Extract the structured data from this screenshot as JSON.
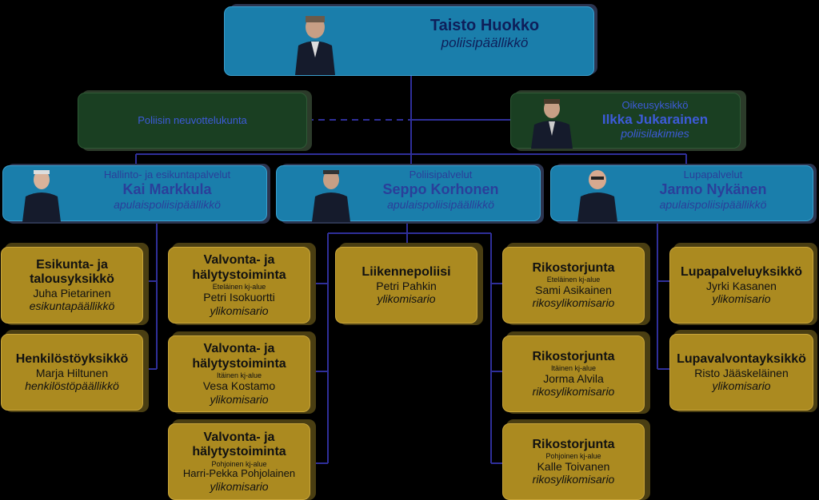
{
  "chief": {
    "name": "Taisto Huokko",
    "title": "poliisipäällikkö"
  },
  "council": {
    "label": "Poliisin neuvottelukunta"
  },
  "legal": {
    "unit": "Oikeusyksikkö",
    "name": "Ilkka Jukarainen",
    "title": "poliisilakimies"
  },
  "departments": [
    {
      "unit": "Hallinto- ja esikuntapalvelut",
      "name": "Kai Markkula",
      "title": "apulaispoliisipäällikkö"
    },
    {
      "unit": "Poliisipalvelut",
      "name": "Seppo Korhonen",
      "title": "apulaispoliisipäällikkö"
    },
    {
      "unit": "Lupapalvelut",
      "name": "Jarmo Nykänen",
      "title": "apulaispoliisipäällikkö"
    }
  ],
  "units": {
    "esikunta": {
      "head1": "Esikunta- ja",
      "head2": "talousyksikkö",
      "name": "Juha Pietarinen",
      "title": "esikuntapäällikkö"
    },
    "henkilosto": {
      "head1": "Henkilöstöyksikkö",
      "name": "Marja Hiltunen",
      "title": "henkilöstöpäällikkö"
    },
    "valvonta1": {
      "head1": "Valvonta- ja",
      "head2": "hälytystoiminta",
      "region": "Eteläinen kj-alue",
      "name": "Petri Isokuortti",
      "title": "ylikomisario"
    },
    "valvonta2": {
      "head1": "Valvonta- ja",
      "head2": "hälytystoiminta",
      "region": "Itäinen kj-alue",
      "name": "Vesa Kostamo",
      "title": "ylikomisario"
    },
    "valvonta3": {
      "head1": "Valvonta- ja",
      "head2": "hälytystoiminta",
      "region": "Pohjoinen kj-alue",
      "name": "Harri-Pekka Pohjolainen",
      "title": "ylikomisario"
    },
    "liikenne": {
      "head1": "Liikennepoliisi",
      "name": "Petri Pahkin",
      "title": "ylikomisario"
    },
    "rikos1": {
      "head1": "Rikostorjunta",
      "region": "Eteläinen kj-alue",
      "name": "Sami Asikainen",
      "title": "rikosylikomisario"
    },
    "rikos2": {
      "head1": "Rikostorjunta",
      "region": "Itäinen kj-alue",
      "name": "Jorma Alvila",
      "title": "rikosylikomisario"
    },
    "rikos3": {
      "head1": "Rikostorjunta",
      "region": "Pohjoinen kj-alue",
      "name": "Kalle Toivanen",
      "title": "rikosylikomisario"
    },
    "lupapalvelu": {
      "head1": "Lupapalveluyksikkö",
      "name": "Jyrki Kasanen",
      "title": "ylikomisario"
    },
    "lupavalvonta": {
      "head1": "Lupavalvontayksikkö",
      "name": "Risto Jääskeläinen",
      "title": "ylikomisario"
    }
  },
  "colors": {
    "line": "#2f2f9a",
    "blue": "#1a7eab",
    "gold": "#ab8a20",
    "green": "#1a3f22"
  }
}
